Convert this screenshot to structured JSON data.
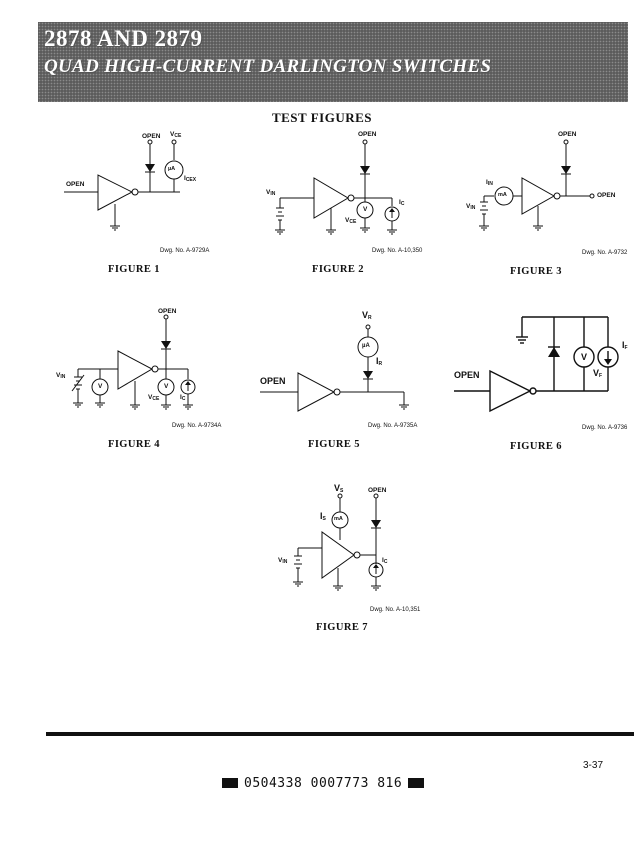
{
  "header": {
    "part_numbers": "2878 AND 2879",
    "subtitle": "QUAD HIGH-CURRENT DARLINGTON SWITCHES"
  },
  "section_title": "TEST FIGURES",
  "figures": [
    {
      "caption": "FIGURE 1",
      "dwg": "Dwg. No. A-9729A",
      "labels": {
        "open_top": "OPEN",
        "vce": "V",
        "vce_sub": "CE",
        "meter": "µA",
        "icex": "I",
        "icex_sub": "CEX",
        "open_in": "OPEN"
      }
    },
    {
      "caption": "FIGURE 2",
      "dwg": "Dwg. No. A-10,350",
      "labels": {
        "open_top": "OPEN",
        "vin": "V",
        "vin_sub": "IN",
        "meter": "V",
        "vce": "V",
        "vce_sub": "CE",
        "ic": "I",
        "ic_sub": "C"
      }
    },
    {
      "caption": "FIGURE 3",
      "dwg": "Dwg. No. A-9732",
      "labels": {
        "open_top": "OPEN",
        "iin": "I",
        "iin_sub": "IN",
        "meter": "mA",
        "vin": "V",
        "vin_sub": "IN",
        "open_out": "OPEN"
      }
    },
    {
      "caption": "FIGURE 4",
      "dwg": "Dwg. No. A-9734A",
      "labels": {
        "open_top": "OPEN",
        "vin": "V",
        "vin_sub": "IN",
        "meter_in": "V",
        "meter_out": "V",
        "vce": "V",
        "vce_sub": "CE",
        "ic": "I",
        "ic_sub": "C"
      }
    },
    {
      "caption": "FIGURE 5",
      "dwg": "Dwg. No. A-9735A",
      "labels": {
        "vr": "V",
        "vr_sub": "R",
        "meter": "µA",
        "ir": "I",
        "ir_sub": "R",
        "open_in": "OPEN"
      }
    },
    {
      "caption": "FIGURE 6",
      "dwg": "Dwg. No. A-9736",
      "labels": {
        "if": "I",
        "if_sub": "F",
        "meter": "V",
        "vf": "V",
        "vf_sub": "F",
        "open_in": "OPEN"
      }
    },
    {
      "caption": "FIGURE 7",
      "dwg": "Dwg. No. A-10,351",
      "labels": {
        "vs": "V",
        "vs_sub": "S",
        "open_top": "OPEN",
        "is": "I",
        "is_sub": "S",
        "meter": "mA",
        "vin": "V",
        "vin_sub": "IN",
        "ic": "I",
        "ic_sub": "C"
      }
    }
  ],
  "footer": {
    "page_number": "3-37",
    "barcode_text": "0504338 0007773 816"
  }
}
